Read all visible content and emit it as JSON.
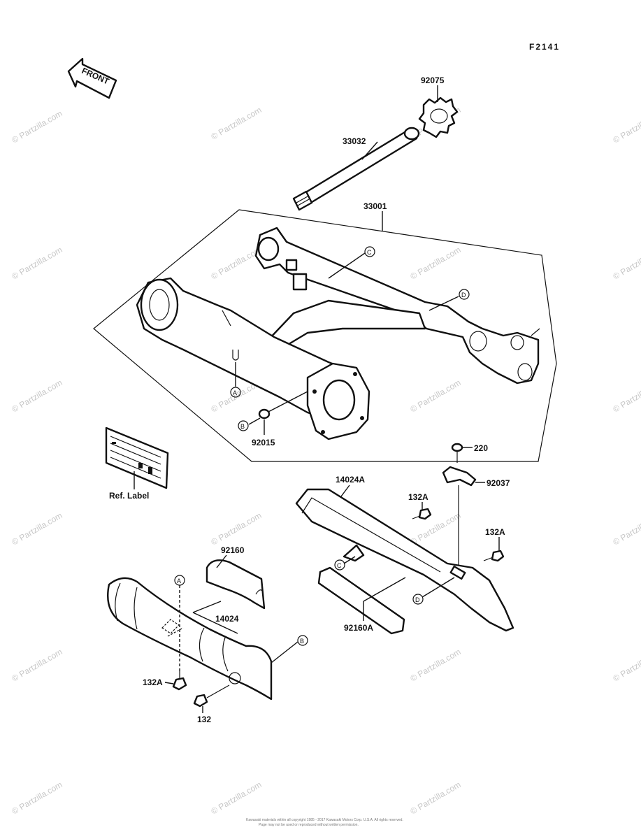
{
  "figure_code": "F2141",
  "front_arrow_text": "FRONT",
  "ref_label_text": "Ref. Label",
  "parts": {
    "p92075": "92075",
    "p33032": "33032",
    "p33001": "33001",
    "p92015": "92015",
    "p220": "220",
    "p92037": "92037",
    "p14024A": "14024A",
    "p132A_top": "132A",
    "p132A_right": "132A",
    "p92160": "92160",
    "p14024": "14024",
    "p92160A": "92160A",
    "p132A_bottom": "132A",
    "p132": "132"
  },
  "callouts": {
    "swingarm_A": "A",
    "swingarm_B": "B",
    "swingarm_C": "C",
    "swingarm_D": "D",
    "guard_A": "A",
    "guard_B": "B",
    "chain_C": "C",
    "chain_D": "D"
  },
  "watermark": "© Partzilla.com",
  "footer_line1": "Kawasaki materials within all copyright 1985 - 2017 Kawasaki Motors Corp. U.S.A. All rights reserved.",
  "footer_line2": "Page may not be used or reproduced without written permission."
}
